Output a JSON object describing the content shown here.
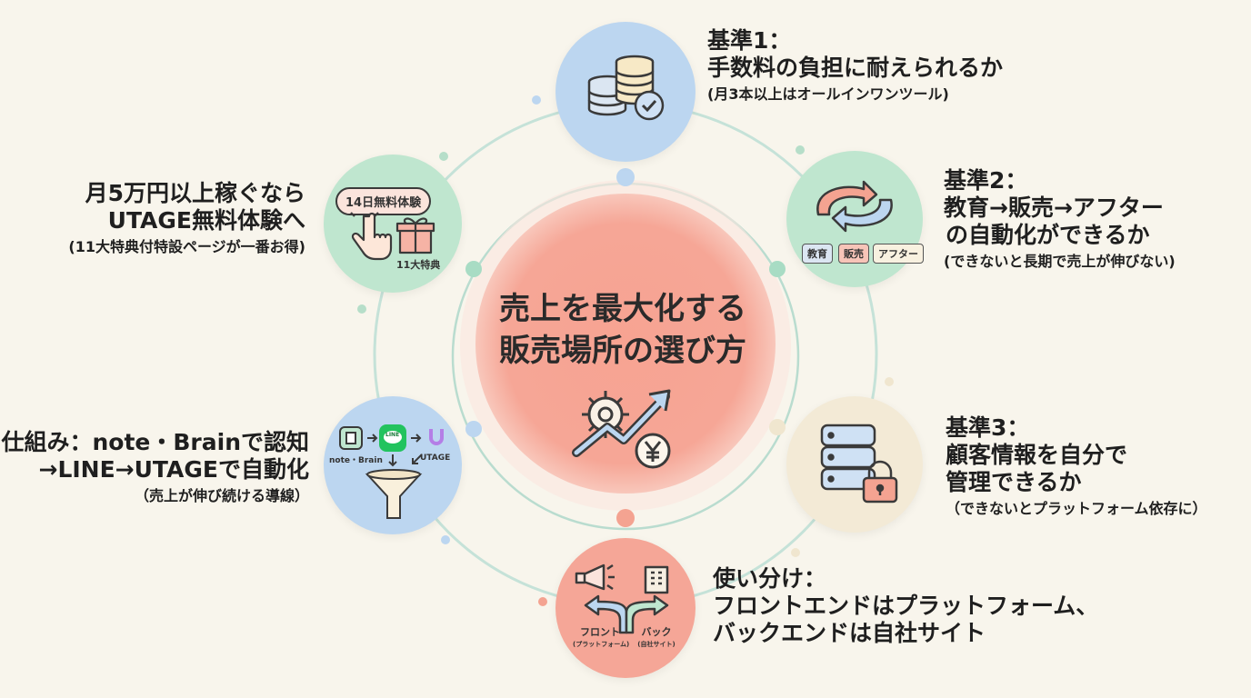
{
  "center": {
    "title_line1": "売上を最大化する",
    "title_line2": "販売場所の選び方",
    "icon": "gear-growth-yen-icon"
  },
  "criteria": [
    {
      "heading": "基準1：",
      "line1": "手数料の負担に耐えられるか",
      "note": "(月3本以上はオールインワンツール)",
      "icon": "coin-stack-check-icon"
    },
    {
      "heading": "基準2：",
      "line1": "教育→販売→アフター",
      "line2": "の自動化ができるか",
      "note": "(できないと長期で売上が伸びない)",
      "icon": "cycle-arrows-icon",
      "tags": [
        "教育",
        "販売",
        "アフター"
      ]
    },
    {
      "heading": "基準3：",
      "line1": "顧客情報を自分で",
      "line2": "管理できるか",
      "note": "（できないとプラットフォーム依存に）",
      "icon": "database-lock-icon"
    }
  ],
  "usage": {
    "heading": "使い分け：",
    "line1": "フロントエンドはプラットフォーム、",
    "line2": "バックエンドは自社サイト",
    "icon": "fork-arrows-icon",
    "front_label": "フロント",
    "front_sub": "(プラットフォーム)",
    "back_label": "バック",
    "back_sub": "(自社サイト)"
  },
  "mechanism": {
    "line1": "仕組み：note・Brainで認知",
    "line2": "→LINE→UTAGEで自動化",
    "note": "（売上が伸び続ける導線）",
    "icon": "funnel-icon",
    "label_note": "note・Brain",
    "label_line": "LINE",
    "label_utage": "UTAGE"
  },
  "trial": {
    "line1": "月5万円以上稼ぐなら",
    "line2": "UTAGE無料体験へ",
    "note": "(11大特典付特設ページが一番お得)",
    "icon": "tap-gift-icon",
    "badge": "14日無料体験",
    "gift_label": "11大特典"
  },
  "colors": {
    "background": "#f8f5ec",
    "center": "#f6a393",
    "blue": "#bcd6f0",
    "green": "#bfe6cf",
    "cream": "#f3ead6",
    "salmon": "#f5a697",
    "ring": "#bfe0d4"
  }
}
